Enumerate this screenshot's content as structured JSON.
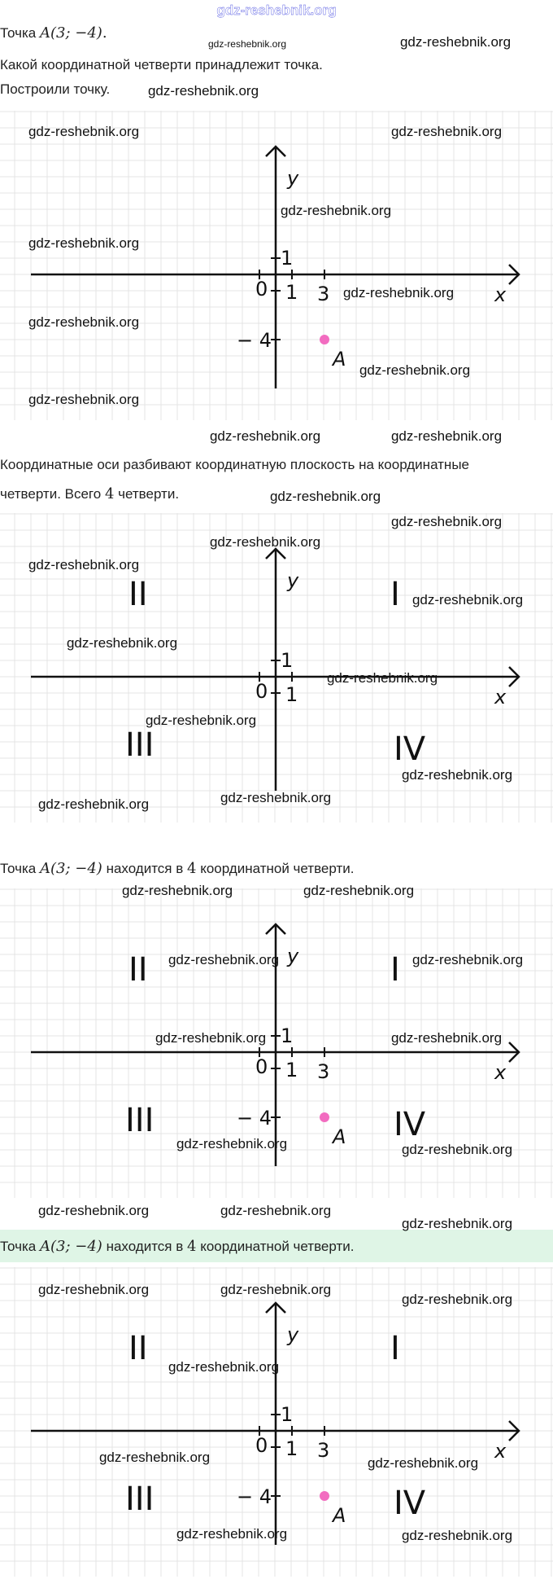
{
  "watermark": "gdz-reshebnik.org",
  "text": {
    "point_prefix": "Точка",
    "point_math": "A(3; −4)",
    "period": ".",
    "question": "Какой координатной четверти принадлежит точка.",
    "plotted": "Построили точку.",
    "quarters_1": "Координатные оси разбивают координатную плоскость на координатные",
    "quarters_2_a": "четверти. Всего",
    "quarters_2_num": "4",
    "quarters_2_b": "четверти.",
    "answer_a": "находится в",
    "answer_num": "4",
    "answer_b": "координатной четверти."
  },
  "graph_labels": {
    "x": "x",
    "y": "y",
    "origin": "0",
    "one_x": "1",
    "one_y": "1",
    "three": "3",
    "minus_four": "− 4",
    "point": "A",
    "q1": "I",
    "q2": "II",
    "q3": "III",
    "q4": "IV"
  },
  "point": {
    "name": "A",
    "x": 3,
    "y": -4,
    "color": "#f26cc0"
  },
  "colors": {
    "grid": "#e4e4e4",
    "answer_bg": "#dff5e6",
    "axis": "#111111"
  }
}
